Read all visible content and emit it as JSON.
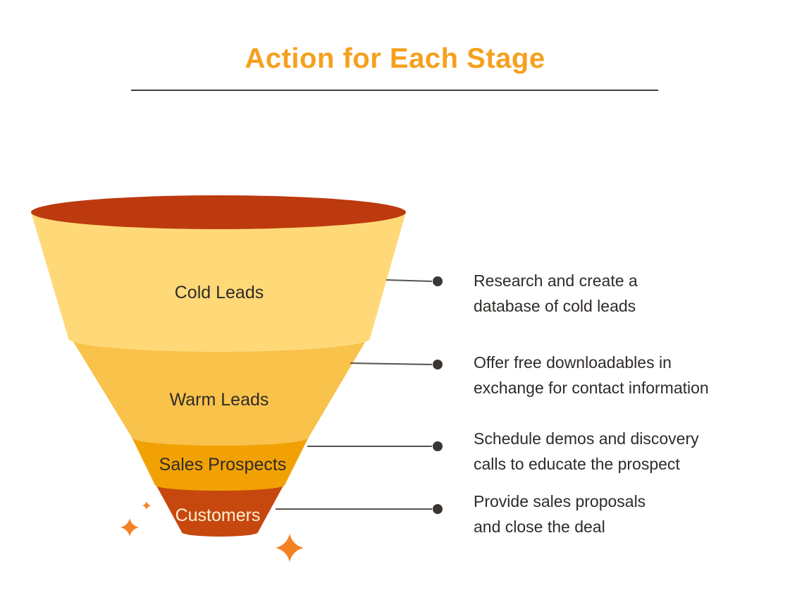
{
  "title": "Action for Each Stage",
  "colors": {
    "title": "#F6A01D",
    "funnel_top_opening": "#BC3A0E",
    "stage_cold": "#FFD978",
    "stage_warm": "#F9C24B",
    "stage_prospects": "#F2A104",
    "stage_customers": "#C6480F",
    "label_dark": "#2F2B28",
    "label_light": "#FDF0D3",
    "connector": "#57534E",
    "dot": "#3A3633",
    "sparkle": "#F58125"
  },
  "funnel": {
    "stages": [
      {
        "label": "Cold Leads"
      },
      {
        "label": "Warm Leads"
      },
      {
        "label": "Sales Prospects"
      },
      {
        "label": "Customers"
      }
    ]
  },
  "annotations": [
    {
      "line1": "Research and create a",
      "line2": "database of cold leads"
    },
    {
      "line1": "Offer free downloadables in",
      "line2": "exchange for contact information"
    },
    {
      "line1": "Schedule demos and discovery",
      "line2": "calls to educate the prospect"
    },
    {
      "line1": "Provide sales proposals",
      "line2": "and close the deal"
    }
  ]
}
